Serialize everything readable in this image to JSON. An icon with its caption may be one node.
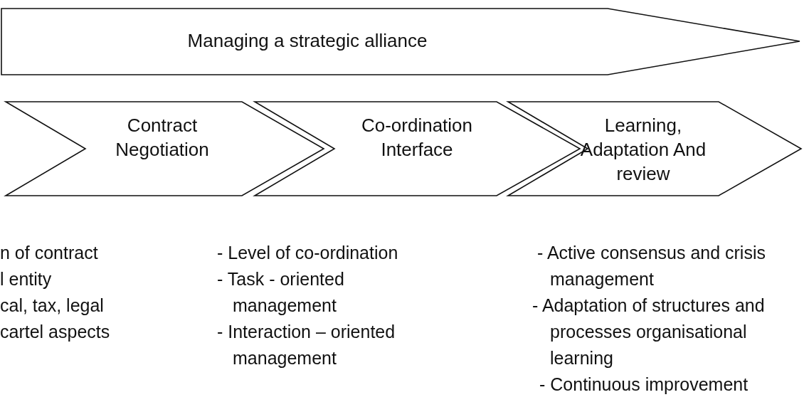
{
  "diagram": {
    "nodes": [
      {
        "text": [
          "Managing a strategic alliance"
        ]
      },
      {
        "text": [
          "Contract Negotiation"
        ]
      },
      {
        "text": [
          "Co-ordination Interface"
        ]
      },
      {
        "text": [
          "Learning, Adaptation And review"
        ]
      }
    ],
    "labels": [
      "n of contract",
      "l entity",
      "cal, tax, legal cartel aspects",
      "- Level of co-ordination",
      "- Task - oriented management",
      "- Interaction – oriented management",
      "- Active consensus and crisis management",
      "- Adaptation of structures and processes organisational learning",
      "- Continuous improvement"
    ]
  }
}
